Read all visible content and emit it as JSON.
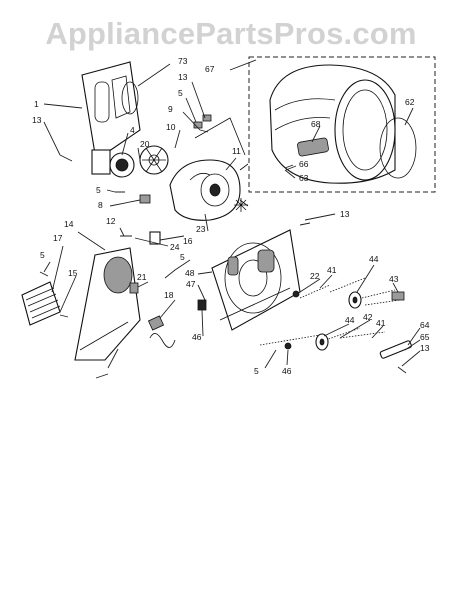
{
  "watermark": "AppliancePartsPros.com",
  "callouts": [
    "1",
    "13",
    "73",
    "13",
    "5",
    "9",
    "10",
    "4",
    "20",
    "67",
    "66",
    "68",
    "62",
    "63",
    "11",
    "5",
    "8",
    "12",
    "24",
    "16",
    "23",
    "13",
    "14",
    "17",
    "5",
    "15",
    "21",
    "5",
    "48",
    "47",
    "18",
    "46",
    "22",
    "41",
    "44",
    "43",
    "42",
    "44",
    "64",
    "65",
    "13",
    "41",
    "46",
    "5"
  ],
  "colors": {
    "watermark": "#d2d2d2",
    "ink": "#111111",
    "background": "#ffffff"
  }
}
